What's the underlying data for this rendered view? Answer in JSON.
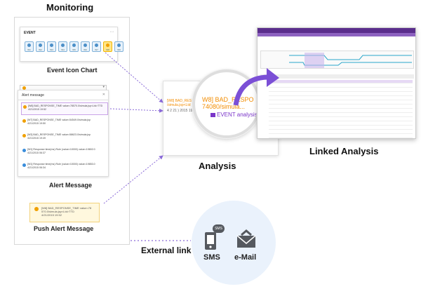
{
  "headings": {
    "monitoring": "Monitoring",
    "analysis": "Analysis",
    "linked_analysis": "Linked Analysis",
    "external_link": "External link"
  },
  "captions": {
    "event_icon_chart": "Event Icon Chart",
    "alert_message": "Alert Message",
    "push_alert_message": "Push Alert Message"
  },
  "event_chart": {
    "title": "EVENT",
    "icons": [
      "W1",
      "W2",
      "W3",
      "W4",
      "W5",
      "W6",
      "W7",
      "W8",
      "W9"
    ],
    "active_index": 7
  },
  "alert_panel": {
    "title": "Alert message",
    "items": [
      {
        "text": "[W8] BAD_RESPONSE_TIME value=78570.0/simula.jsp<Ltd>TTD",
        "time": "4/21/2015 19:52",
        "color": "#f0a000",
        "selected": true
      },
      {
        "text": "[W7] BAD_RESPONSE_TIME value=54549.0/simula.jsp",
        "time": "4/21/2015 19:50",
        "color": "#f0a000",
        "selected": false
      },
      {
        "text": "[W3] BAD_RESPONSE_TIME value=58623.0/simula.jsp",
        "time": "4/21/2015 19:49",
        "color": "#f0a000",
        "selected": false
      },
      {
        "text": "[W1] Response time(ms) Rule (value>10000) value=19802.0",
        "time": "4/21/2015 06:37",
        "color": "#3a8ddb",
        "selected": false
      },
      {
        "text": "[W1] Response time(ms) Rule (value>10000) value=19853.0",
        "time": "4/21/2015 06:34",
        "color": "#3a8ddb",
        "selected": false
      }
    ]
  },
  "push_alert": {
    "line1": "[W8] BAD_RESPONSE_TIME value=78",
    "line2": "570.0/simula.jsp<Ltd>TTD",
    "time": "4/21/2015 19:52"
  },
  "analysis": {
    "bg_line1": "[W8] BAD_RESP",
    "bg_line2": "/simula.jsp<Ltd",
    "bg_time": "4 2 21 ) 2015 19:52",
    "lens_line1": "W8] BAD_RESPO",
    "lens_line2": "74080/simula...",
    "lens_link": "EVENT analysis"
  },
  "external": {
    "sms_label": "SMS",
    "sms_badge": "SMS",
    "email_label": "e-Mail"
  },
  "colors": {
    "arrow": "#7b4fd6",
    "dashed": "#8a6ad8",
    "orange": "#f28c00",
    "purple": "#7a35c9",
    "circle_bg": "#eaf2fc",
    "icon_dark": "#55595f"
  }
}
